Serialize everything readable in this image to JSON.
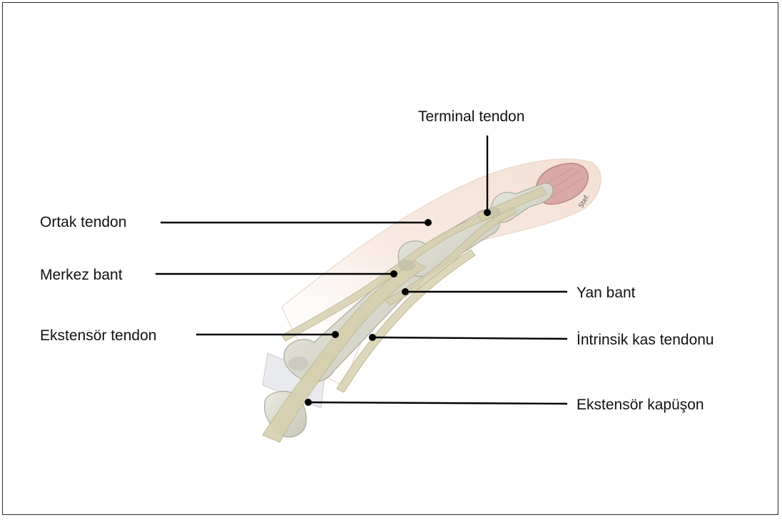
{
  "labels": {
    "terminal_tendon": "Terminal tendon",
    "ortak_tendon": "Ortak tendon",
    "merkez_bant": "Merkez bant",
    "yan_bant": "Yan bant",
    "ekstensor_tendon": "Ekstensör tendon",
    "intrinsik_kas_tendonu": "İntrinsik kas tendonu",
    "ekstensor_kapuson": "Ekstensör kapüşon"
  },
  "signature": "Stef.",
  "colors": {
    "skin": "#f6e6dc",
    "nail": "#d9a9a5",
    "bone": "#dcdcd0",
    "bone_shade": "#b8b8aa",
    "tendon": "#d6cfae",
    "hood": "#e4e6ea",
    "line": "#000000"
  }
}
